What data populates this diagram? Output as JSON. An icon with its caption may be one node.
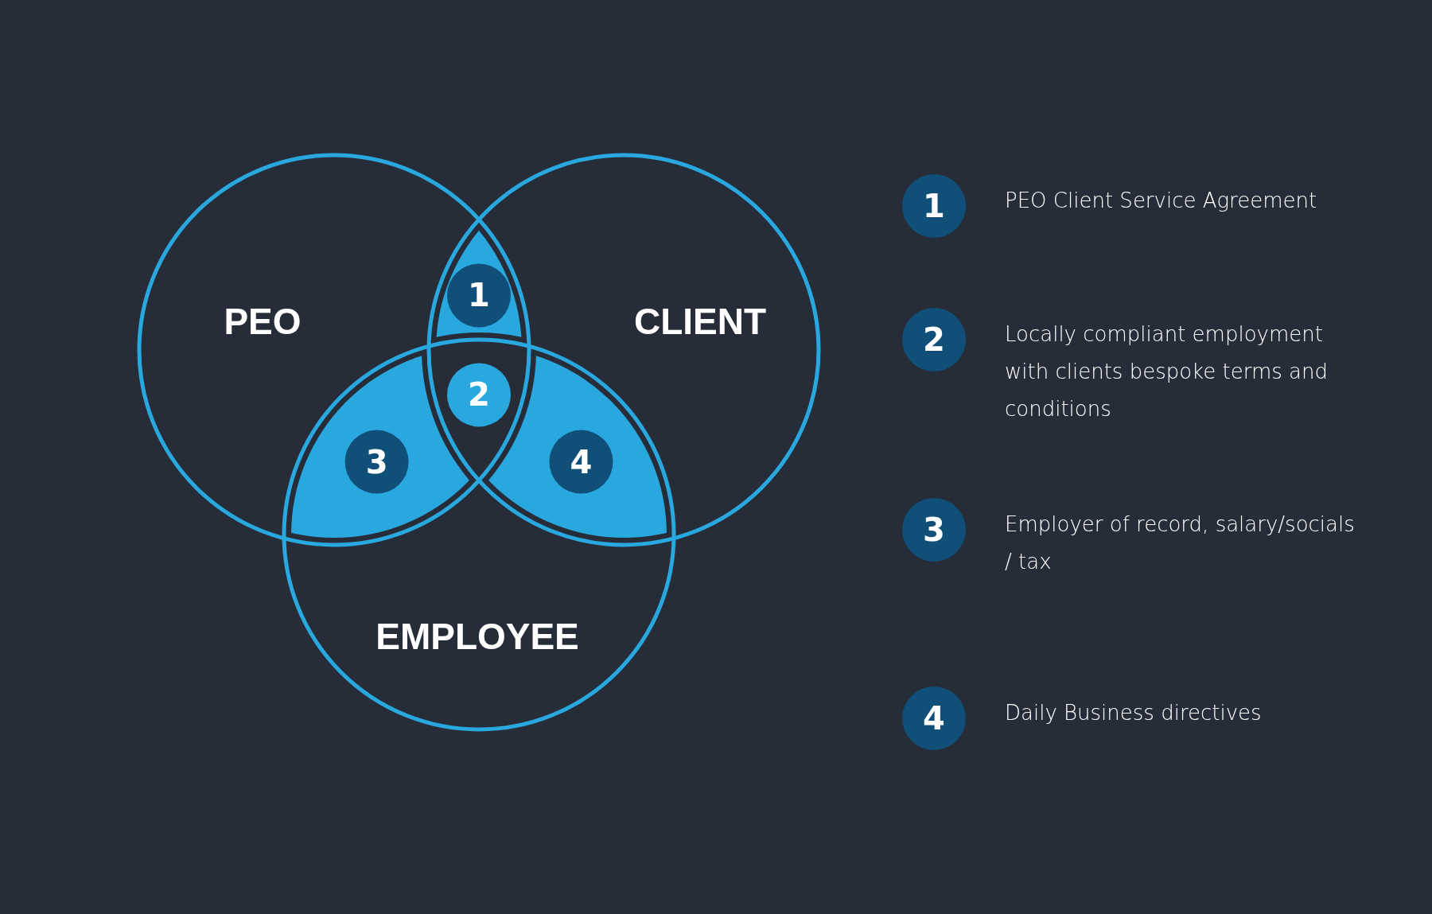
{
  "diagram": {
    "nodes": [
      {
        "text": [
          "PEO"
        ]
      },
      {
        "text": [
          "CLIENT"
        ]
      },
      {
        "text": [
          "EMPLOYEE"
        ]
      },
      {
        "text": [
          "1"
        ]
      },
      {
        "text": [
          "2"
        ]
      },
      {
        "text": [
          "3"
        ]
      },
      {
        "text": [
          "4"
        ]
      },
      {
        "text": [
          "1"
        ],
        "beside": [
          "PEO Client Service Agreement"
        ]
      },
      {
        "text": [
          "2"
        ],
        "beside": [
          "Locally compliant employment with clients bespoke terms and conditions"
        ]
      },
      {
        "text": [
          "3"
        ],
        "beside": [
          "Employer of record, salary/socials / tax"
        ]
      },
      {
        "text": [
          "4"
        ],
        "beside": [
          "Daily Business directives"
        ]
      }
    ],
    "edges": []
  }
}
